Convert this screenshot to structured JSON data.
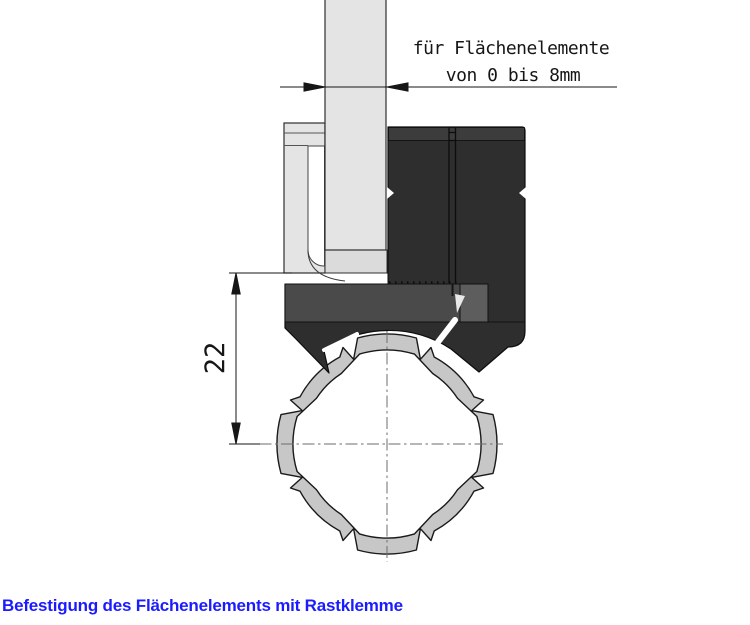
{
  "annotation": {
    "line1": "für Flächenelemente",
    "line2": "von 0 bis 8mm"
  },
  "dimension": {
    "value": "22"
  },
  "caption": {
    "text": "Befestigung des Flächenelements mit Rastklemme"
  },
  "colors": {
    "caption_blue": "#1b1bff",
    "panel_gray": "#e4e4e4",
    "clamp_dark": "#2e2e2e",
    "latch_gray": "#4a4a4a",
    "tube_gray": "#c7c7c7",
    "line_black": "#161616",
    "centerline_gray": "#6e6e6e"
  }
}
